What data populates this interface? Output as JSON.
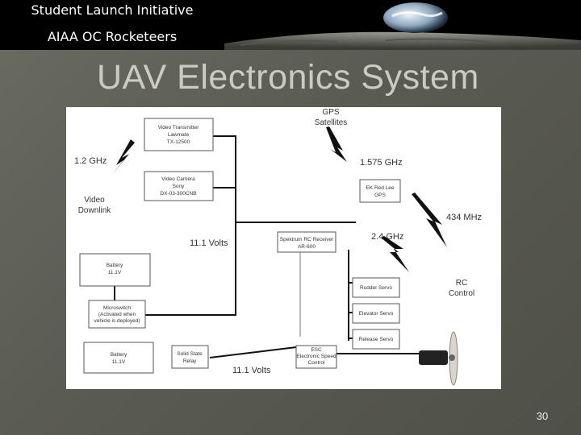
{
  "header": {
    "line1": "Student Launch Initiative",
    "line2": "AIAA OC Rocketeers"
  },
  "title": "UAV Electronics System",
  "diagram": {
    "freq_video": "1.2 GHz",
    "video_downlink": [
      "Video",
      "Downlink"
    ],
    "gps_satellites": [
      "GPS",
      "Satellites"
    ],
    "freq_gps": "1.575 GHz",
    "freq_rc_link": "2.4 GHz",
    "freq_rc_control": "434 MHz",
    "rc_control": [
      "RC",
      "Control"
    ],
    "volts_upper": "11.1 Volts",
    "volts_lower": "11.1 Volts",
    "video_transmitter": [
      "Video Transmitter",
      "Lawmate",
      "TX-12500"
    ],
    "video_camera": [
      "Video Camera",
      "Sony",
      "DX-03-300CNB"
    ],
    "gps_unit": [
      "EK Red Lee",
      "GPS"
    ],
    "spektrum_receiver": [
      "Spektrum RC Receiver",
      "AR-600"
    ],
    "battery_upper": [
      "Battery",
      "11.1V"
    ],
    "microswitch": [
      "Microswitch",
      "(Activated when",
      "vehicle is deployed)"
    ],
    "battery_lower": [
      "Battery",
      "11.1V"
    ],
    "solid_state_relay": [
      "Solid State",
      "Relay"
    ],
    "esc": [
      "ESC",
      "Electronic Speed",
      "Control"
    ],
    "rudder_servo": "Rudder Servo",
    "elevator_servo": "Elevator Servo",
    "release_servo": "Release Servo"
  },
  "page_number": "30"
}
